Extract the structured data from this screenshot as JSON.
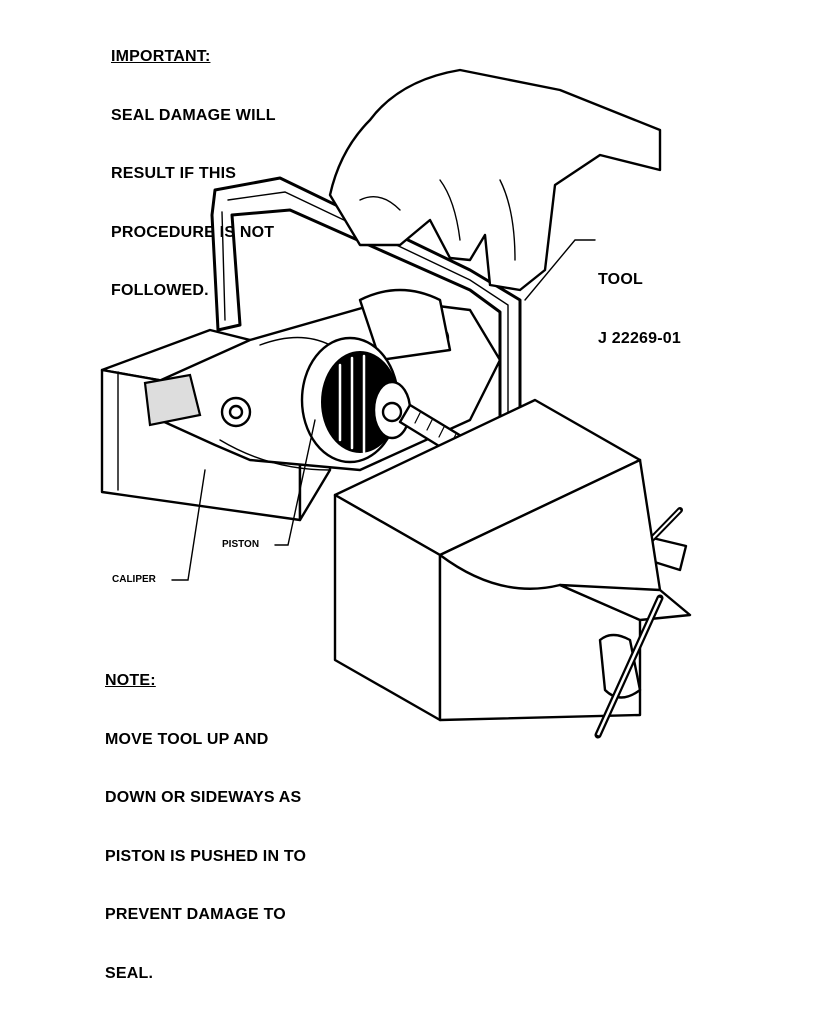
{
  "important": {
    "heading": "IMPORTANT:",
    "lines": [
      "SEAL DAMAGE WILL",
      "RESULT IF THIS",
      "PROCEDURE IS NOT",
      "FOLLOWED."
    ]
  },
  "tool_callout": {
    "line1": "TOOL",
    "line2": "J 22269-01"
  },
  "piston_callout": "PISTON",
  "caliper_callout": "CALIPER",
  "note": {
    "heading": "NOTE:",
    "lines": [
      "MOVE TOOL UP AND",
      "DOWN OR SIDEWAYS AS",
      "PISTON IS PUSHED IN TO",
      "PREVENT DAMAGE TO",
      "SEAL."
    ]
  }
}
